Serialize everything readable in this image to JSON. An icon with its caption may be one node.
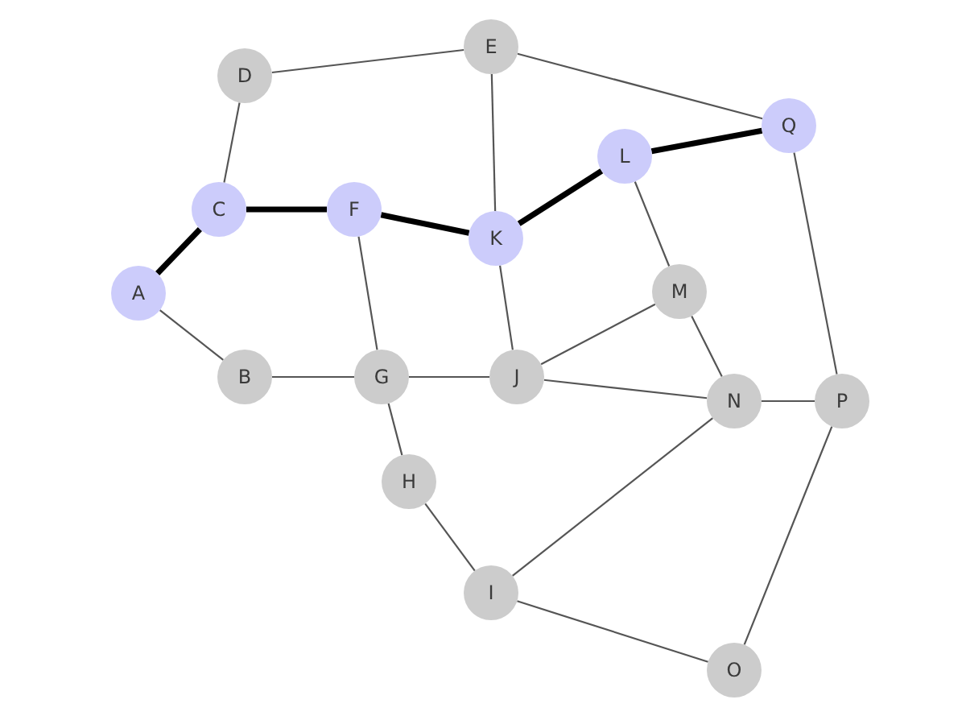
{
  "diagram": {
    "nodes": [
      {
        "text": [
          "A"
        ]
      },
      {
        "text": [
          "B"
        ]
      },
      {
        "text": [
          "C"
        ]
      },
      {
        "text": [
          "D"
        ]
      },
      {
        "text": [
          "E"
        ]
      },
      {
        "text": [
          "F"
        ]
      },
      {
        "text": [
          "G"
        ]
      },
      {
        "text": [
          "H"
        ]
      },
      {
        "text": [
          "I"
        ]
      },
      {
        "text": [
          "J"
        ]
      },
      {
        "text": [
          "K"
        ]
      },
      {
        "text": [
          "L"
        ]
      },
      {
        "text": [
          "M"
        ]
      },
      {
        "text": [
          "N"
        ]
      },
      {
        "text": [
          "O"
        ]
      },
      {
        "text": [
          "P"
        ]
      },
      {
        "text": [
          "Q"
        ]
      }
    ],
    "edges": [
      {
        "from": 0,
        "to": 2,
        "arrow": "none",
        "style": "thick"
      },
      {
        "from": 0,
        "to": 1,
        "arrow": "none"
      },
      {
        "from": 2,
        "to": 3,
        "arrow": "none"
      },
      {
        "from": 2,
        "to": 5,
        "arrow": "none",
        "style": "thick"
      },
      {
        "from": 3,
        "to": 4,
        "arrow": "none"
      },
      {
        "from": 4,
        "to": 10,
        "arrow": "none"
      },
      {
        "from": 4,
        "to": 16,
        "arrow": "none"
      },
      {
        "from": 5,
        "to": 10,
        "arrow": "none",
        "style": "thick"
      },
      {
        "from": 5,
        "to": 6,
        "arrow": "none"
      },
      {
        "from": 10,
        "to": 11,
        "arrow": "none",
        "style": "thick"
      },
      {
        "from": 11,
        "to": 16,
        "arrow": "none",
        "style": "thick"
      },
      {
        "from": 10,
        "to": 9,
        "arrow": "none"
      },
      {
        "from": 11,
        "to": 12,
        "arrow": "none"
      },
      {
        "from": 12,
        "to": 9,
        "arrow": "none"
      },
      {
        "from": 12,
        "to": 13,
        "arrow": "none"
      },
      {
        "from": 1,
        "to": 6,
        "arrow": "none"
      },
      {
        "from": 6,
        "to": 9,
        "arrow": "none"
      },
      {
        "from": 6,
        "to": 7,
        "arrow": "none"
      },
      {
        "from": 7,
        "to": 8,
        "arrow": "none"
      },
      {
        "from": 9,
        "to": 13,
        "arrow": "none"
      },
      {
        "from": 13,
        "to": 15,
        "arrow": "none"
      },
      {
        "from": 13,
        "to": 8,
        "arrow": "none"
      },
      {
        "from": 8,
        "to": 14,
        "arrow": "none"
      },
      {
        "from": 14,
        "to": 15,
        "arrow": "none"
      },
      {
        "from": 15,
        "to": 16,
        "arrow": "none"
      }
    ]
  }
}
